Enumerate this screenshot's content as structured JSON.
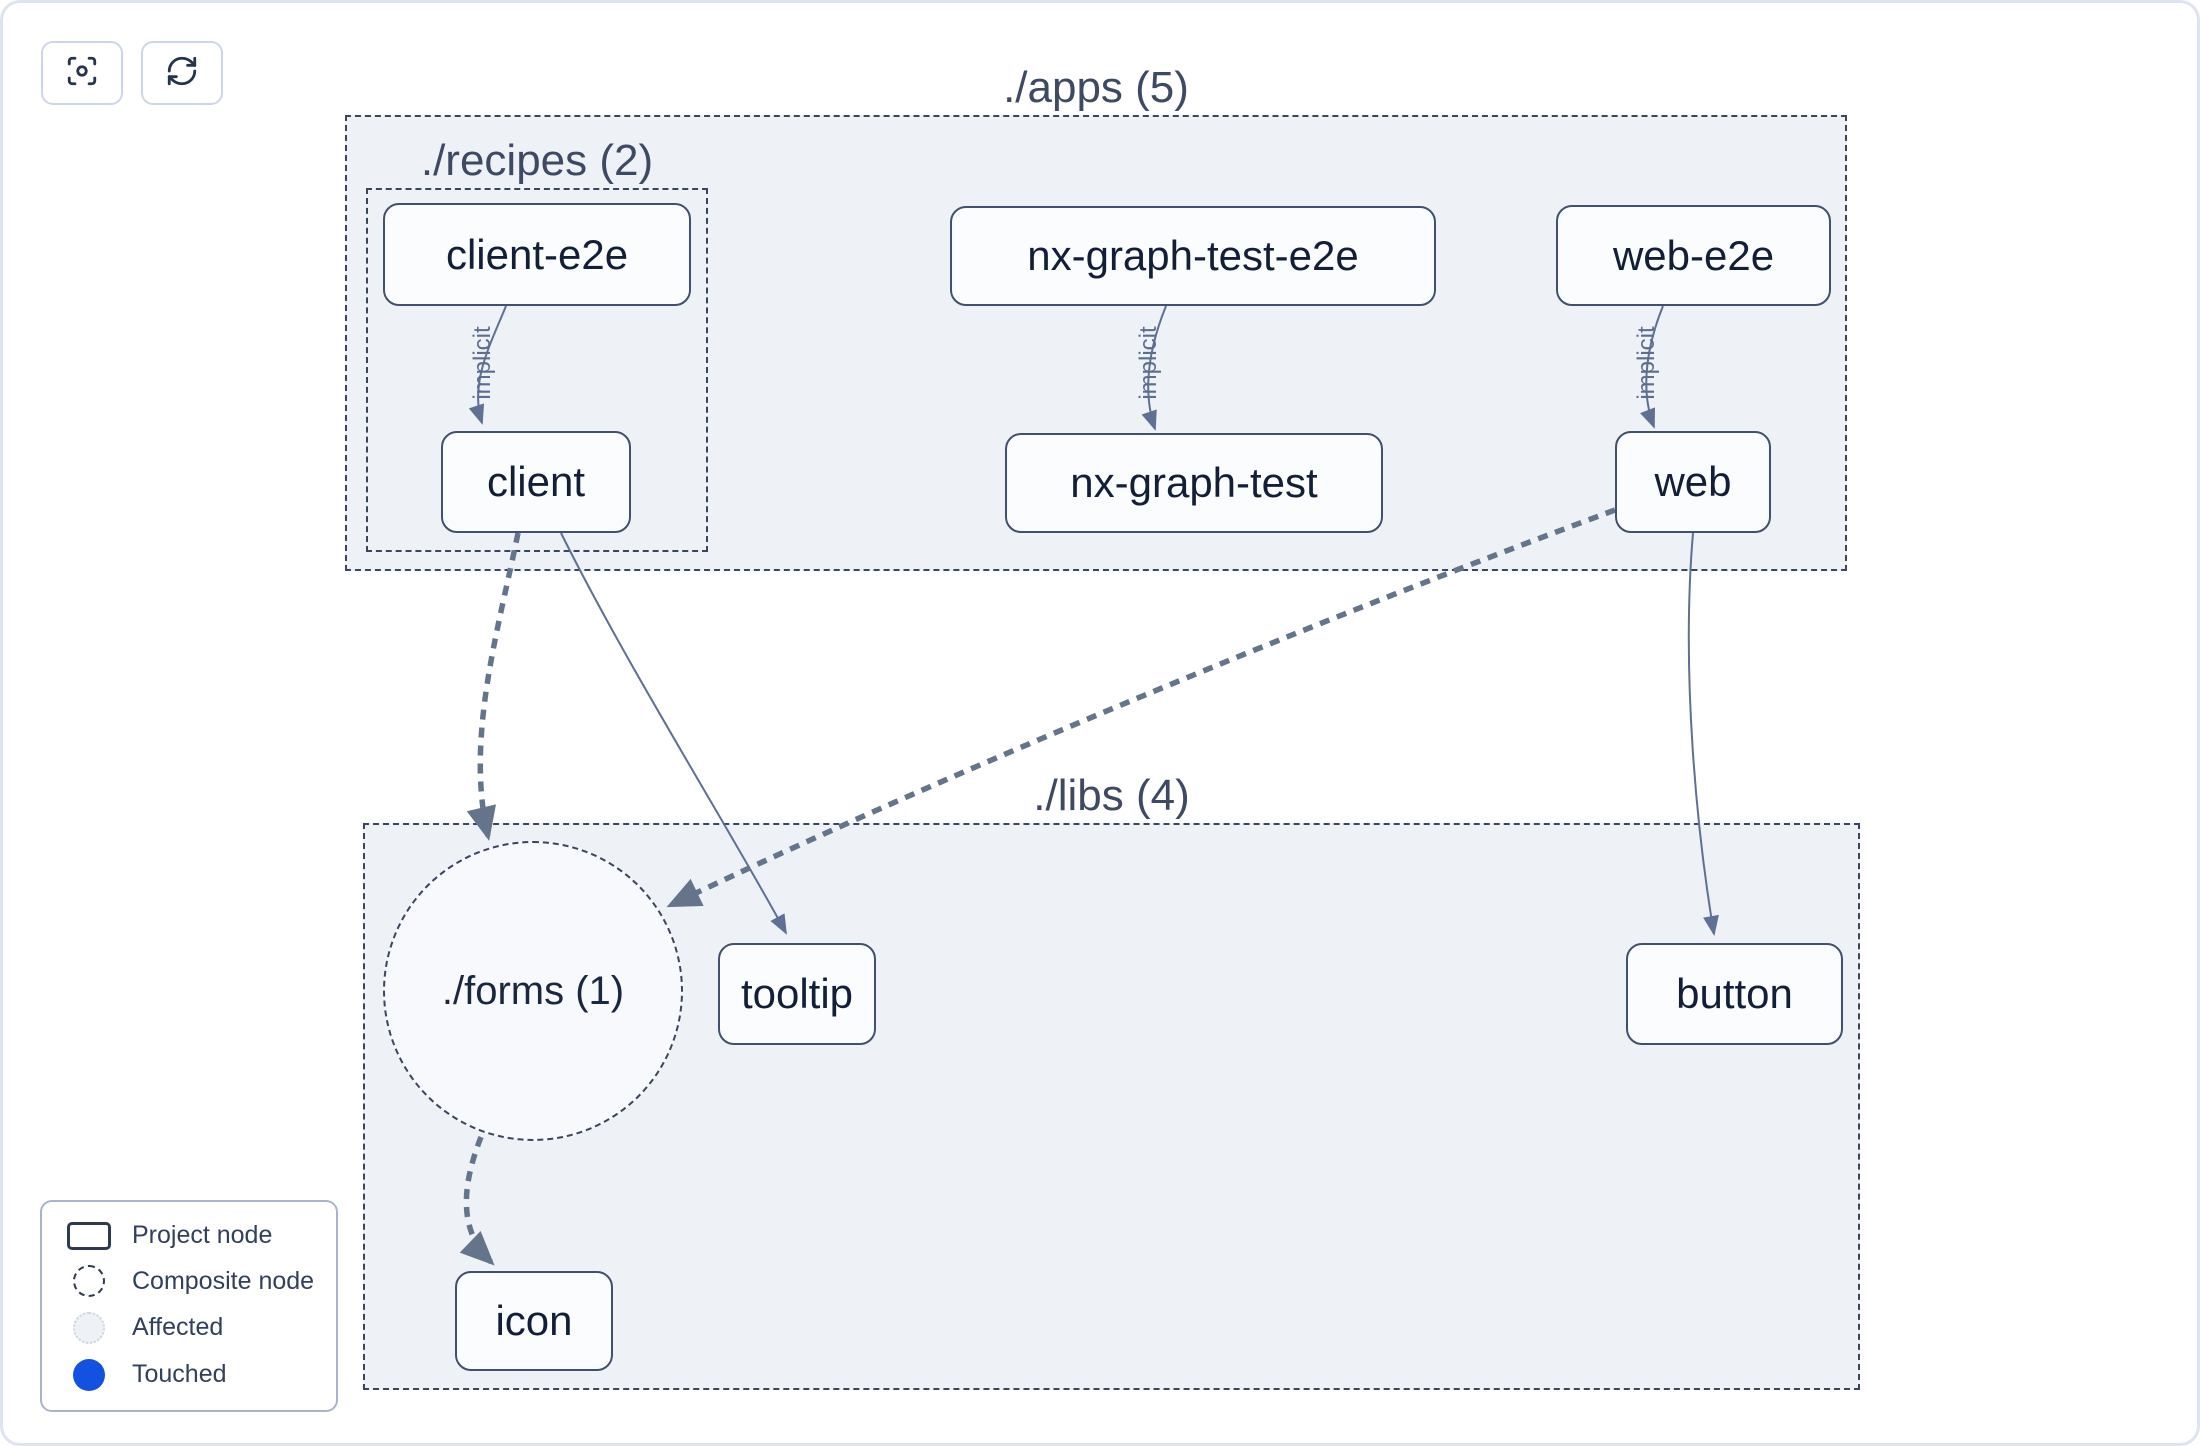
{
  "toolbar": {
    "buttons": [
      {
        "icon": "focus-icon"
      },
      {
        "icon": "refresh-icon"
      }
    ]
  },
  "groups": {
    "apps": {
      "label": "./apps (5)"
    },
    "recipes": {
      "label": "./recipes (2)"
    },
    "libs": {
      "label": "./libs (4)"
    }
  },
  "composite_nodes": {
    "forms": {
      "label": "./forms (1)"
    }
  },
  "nodes": {
    "client_e2e": {
      "label": "client-e2e"
    },
    "nx_graph_test_e2e": {
      "label": "nx-graph-test-e2e"
    },
    "web_e2e": {
      "label": "web-e2e"
    },
    "client": {
      "label": "client"
    },
    "nx_graph_test": {
      "label": "nx-graph-test"
    },
    "web": {
      "label": "web"
    },
    "tooltip": {
      "label": "tooltip"
    },
    "button": {
      "label": "button"
    },
    "icon": {
      "label": "icon"
    }
  },
  "edges": {
    "implicit_label": "implicit",
    "list": [
      {
        "from": "client-e2e",
        "to": "client",
        "type": "implicit"
      },
      {
        "from": "nx-graph-test-e2e",
        "to": "nx-graph-test",
        "type": "implicit"
      },
      {
        "from": "web-e2e",
        "to": "web",
        "type": "implicit"
      },
      {
        "from": "client",
        "to": "./forms (1)",
        "type": "thick-dashed"
      },
      {
        "from": "client",
        "to": "tooltip",
        "type": "static"
      },
      {
        "from": "web",
        "to": "./forms (1)",
        "type": "thick-dashed"
      },
      {
        "from": "web",
        "to": "button",
        "type": "static"
      },
      {
        "from": "./forms (1)",
        "to": "icon",
        "type": "thick-dashed"
      }
    ]
  },
  "legend": {
    "items": [
      {
        "icon": "project-node-icon",
        "label": "Project node"
      },
      {
        "icon": "composite-node-icon",
        "label": "Composite node"
      },
      {
        "icon": "affected-icon",
        "label": "Affected"
      },
      {
        "icon": "touched-icon",
        "label": "Touched"
      }
    ]
  },
  "colors": {
    "touched_blue": "#1352e1",
    "container_fill": "#eef1f6",
    "edge_slate": "#64748b",
    "node_border": "#41506c"
  }
}
